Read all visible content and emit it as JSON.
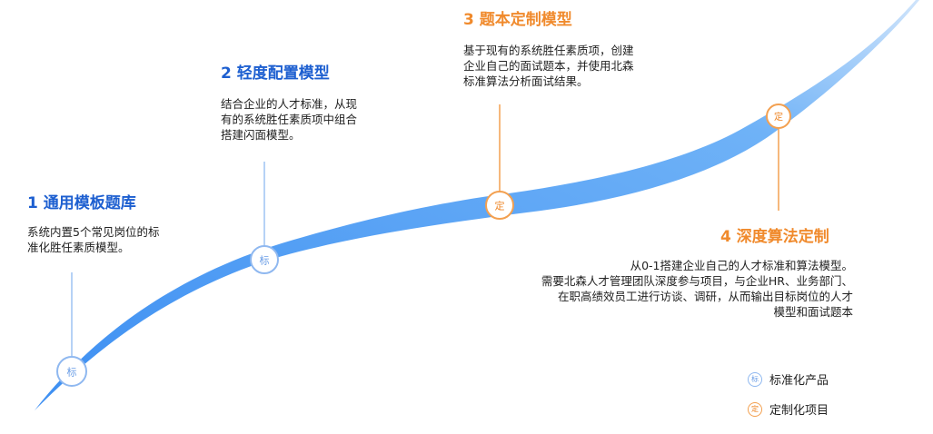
{
  "colors": {
    "blue_title": "#1d5fd0",
    "orange_title": "#f08a2c",
    "curve": "#4a9bf5",
    "blue_badge_stroke": "#8fb8f0",
    "orange_badge_stroke": "#f3a050"
  },
  "stages": [
    {
      "title": "1 通用模板题库",
      "description": "系统内置5个常见岗位的标\n准化胜任素质模型。",
      "badge": "标",
      "badge_type": "standard"
    },
    {
      "title": "2 轻度配置模型",
      "description": "结合企业的人才标准，从现\n有的系统胜任素质项中组合\n搭建闪面模型。",
      "badge": "标",
      "badge_type": "standard"
    },
    {
      "title": "3 题本定制模型",
      "description": "基于现有的系统胜任素质项，创建\n企业自己的面试题本，并使用北森\n标准算法分析面试结果。",
      "badge": "定",
      "badge_type": "custom"
    },
    {
      "title": "4 深度算法定制",
      "description": "从0-1搭建企业自己的人才标准和算法模型。\n需要北森人才管理团队深度参与项目，与企业HR、业务部门、\n在职高绩效员工进行访谈、调研，从而输出目标岗位的人才\n模型和面试题本",
      "badge": "定",
      "badge_type": "custom"
    }
  ],
  "legend": [
    {
      "badge": "标",
      "label": "标准化产品",
      "badge_type": "standard"
    },
    {
      "badge": "定",
      "label": "定制化项目",
      "badge_type": "custom"
    }
  ]
}
